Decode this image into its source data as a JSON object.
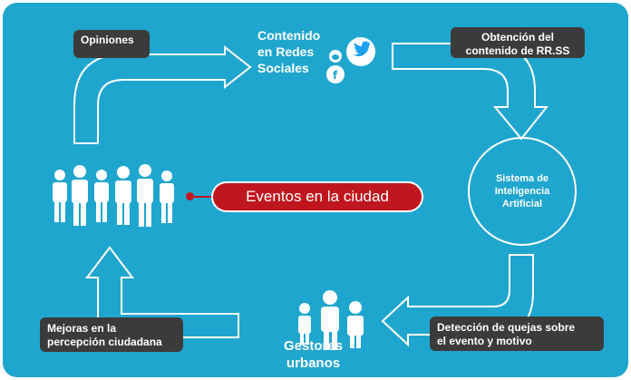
{
  "nodes": {
    "opiniones": "Opiniones",
    "contenido_line1": "Contenido",
    "contenido_line2": "en Redes",
    "contenido_line3": "Sociales",
    "obtencion_line1": "Obtención del",
    "obtencion_line2": "contenido de RR.SS",
    "sistema_line1": "Sistema de",
    "sistema_line2": "Inteligencia",
    "sistema_line3": "Artificial",
    "deteccion_line1": "Detección de quejas sobre",
    "deteccion_line2": "el evento y motivo",
    "gestores_line1": "Gestores",
    "gestores_line2": "urbanos",
    "mejoras_line1": "Mejoras en la",
    "mejoras_line2": "percepción ciudadana",
    "eventos": "Eventos en la ciudad"
  },
  "icons": [
    "people-group-icon",
    "twitter-icon",
    "facebook-icon",
    "reddit-icon",
    "urban-managers-icon"
  ],
  "colors": {
    "background": "#1fa6cf",
    "label_box": "#3b3b3b",
    "accent_red": "#c0161f",
    "twitter": "#1da1f2",
    "white": "#ffffff"
  }
}
